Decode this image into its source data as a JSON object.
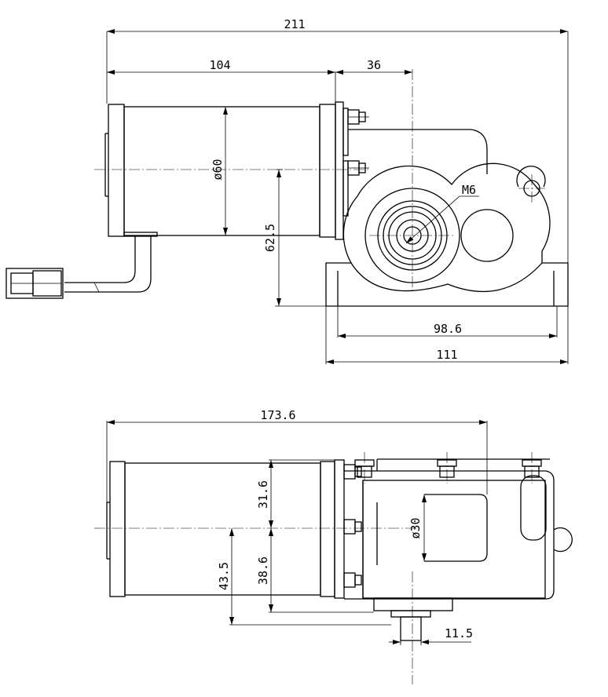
{
  "top_view": {
    "overall_length": "211",
    "motor_length": "104",
    "flange_to_shaft": "36",
    "motor_diameter": "ø60",
    "shaft_height": "62.5",
    "thread": "M6",
    "mount_hole_span": "98.6",
    "base_width": "111"
  },
  "side_view": {
    "total_length": "173.6",
    "upper_offset": "31.6",
    "lower_offset": "38.6",
    "axis_height": "43.5",
    "gear_diameter": "ø30",
    "shaft_width": "11.5"
  }
}
